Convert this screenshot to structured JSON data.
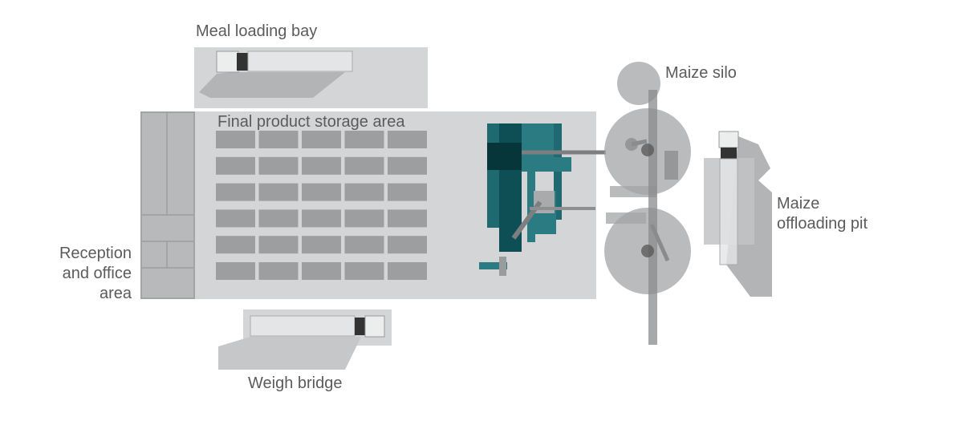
{
  "labels": {
    "meal_loading_bay": "Meal loading bay",
    "final_product_storage": "Final product storage area",
    "maize_silo": "Maize silo",
    "maize_offloading_pit_line1": "Maize",
    "maize_offloading_pit_line2": "offloading pit",
    "reception_line1": "Reception",
    "reception_line2": "and office",
    "reception_line3": "area",
    "weigh_bridge": "Weigh bridge"
  },
  "colors": {
    "area": "#d4d5d7",
    "pallet": "#9d9e9f",
    "teal": "#2b7c82",
    "teal_dark": "#0e4f56",
    "text": "#5a5b5d"
  },
  "storage_grid": {
    "columns": 5,
    "rows": 6
  }
}
